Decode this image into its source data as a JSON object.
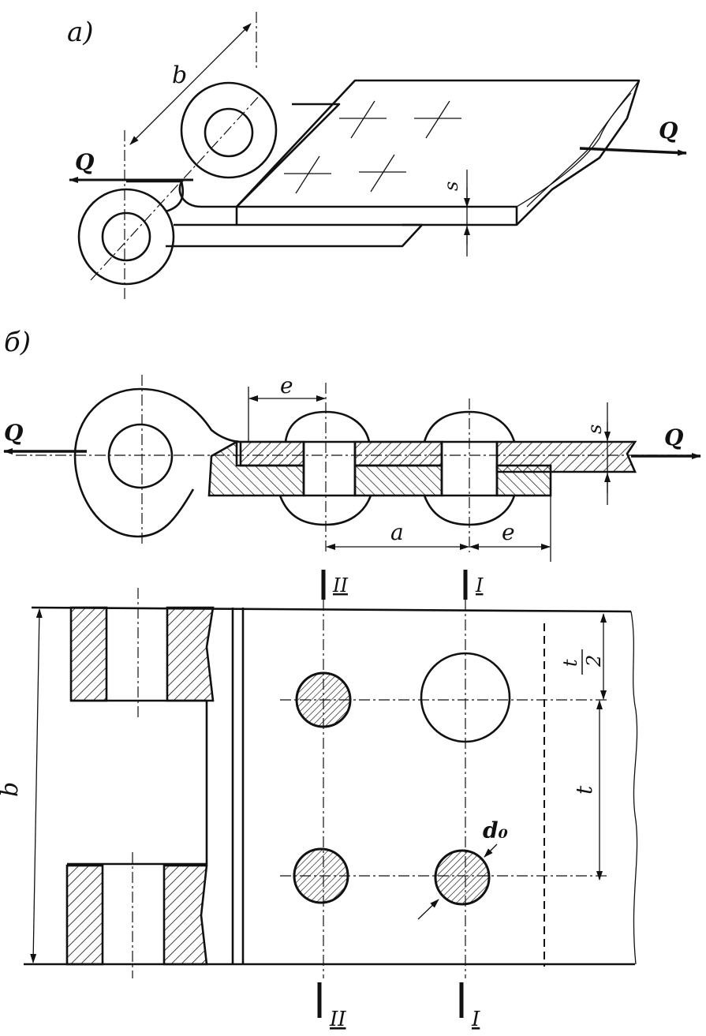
{
  "figure_labels": {
    "a": "а)",
    "b": "б)"
  },
  "view_a": {
    "dim_width": "b",
    "force_left": "Q",
    "force_right": "Q",
    "thickness": "s"
  },
  "view_b_section": {
    "force_left": "Q",
    "force_right": "Q",
    "edge_distance_top": "e",
    "pitch_row": "a",
    "edge_distance_bottom": "e",
    "thickness": "s"
  },
  "view_b_plan": {
    "section_II_top": "II",
    "section_I_top": "I",
    "section_II_bottom": "II",
    "section_I_bottom": "I",
    "width": "b",
    "half_pitch_num": "t",
    "half_pitch_den": "2",
    "pitch": "t",
    "diameter": "d₀"
  }
}
